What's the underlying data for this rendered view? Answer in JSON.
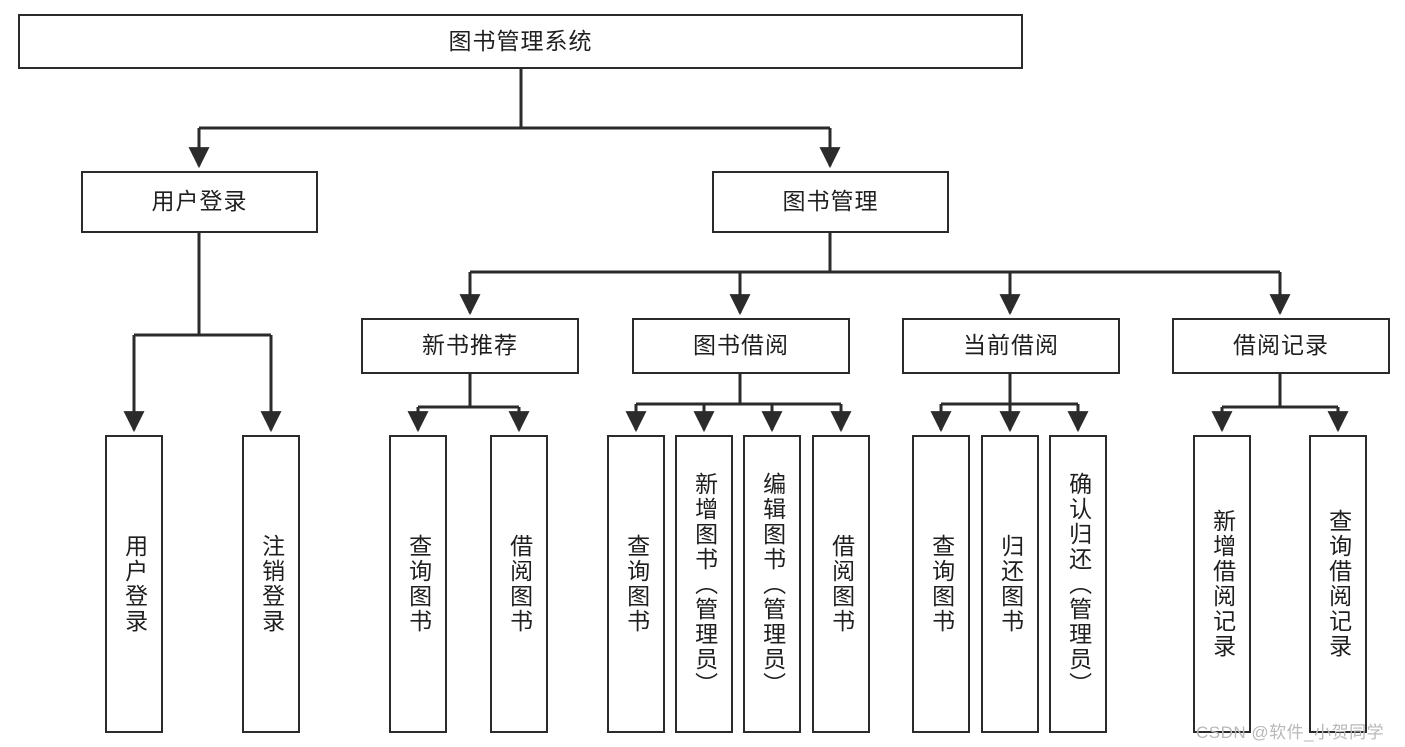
{
  "diagram": {
    "type": "tree",
    "title": "图书管理系统",
    "watermark": "CSDN @软件_小贺同学",
    "colors": {
      "stroke": "#2b2b2b",
      "fill": "#ffffff",
      "text": "#1f1f1f",
      "watermark": "#b9b9b9"
    },
    "nodes": {
      "root": {
        "label": "图书管理系统"
      },
      "level2": [
        {
          "id": "user-login",
          "label": "用户登录"
        },
        {
          "id": "book-manage",
          "label": "图书管理"
        }
      ],
      "level3": [
        {
          "id": "new-book-rec",
          "label": "新书推荐"
        },
        {
          "id": "book-borrow",
          "label": "图书借阅"
        },
        {
          "id": "current-borrow",
          "label": "当前借阅"
        },
        {
          "id": "borrow-record",
          "label": "借阅记录"
        }
      ],
      "leaves": [
        {
          "id": "leaf-user-login",
          "label": "用户登录",
          "parent": "user-login"
        },
        {
          "id": "leaf-logout",
          "label": "注销登录",
          "parent": "user-login"
        },
        {
          "id": "leaf-query-book-1",
          "label": "查询图书",
          "parent": "new-book-rec"
        },
        {
          "id": "leaf-borrow-book-1",
          "label": "借阅图书",
          "parent": "new-book-rec"
        },
        {
          "id": "leaf-query-book-2",
          "label": "查询图书",
          "parent": "book-borrow"
        },
        {
          "id": "leaf-add-book",
          "label": "新增图书（管理员）",
          "parent": "book-borrow"
        },
        {
          "id": "leaf-edit-book",
          "label": "编辑图书（管理员）",
          "parent": "book-borrow"
        },
        {
          "id": "leaf-borrow-book-2",
          "label": "借阅图书",
          "parent": "book-borrow"
        },
        {
          "id": "leaf-query-book-3",
          "label": "查询图书",
          "parent": "current-borrow"
        },
        {
          "id": "leaf-return-book",
          "label": "归还图书",
          "parent": "current-borrow"
        },
        {
          "id": "leaf-confirm-return",
          "label": "确认归还（管理员）",
          "parent": "current-borrow"
        },
        {
          "id": "leaf-add-record",
          "label": "新增借阅记录",
          "parent": "borrow-record"
        },
        {
          "id": "leaf-query-record",
          "label": "查询借阅记录",
          "parent": "borrow-record"
        }
      ]
    }
  }
}
